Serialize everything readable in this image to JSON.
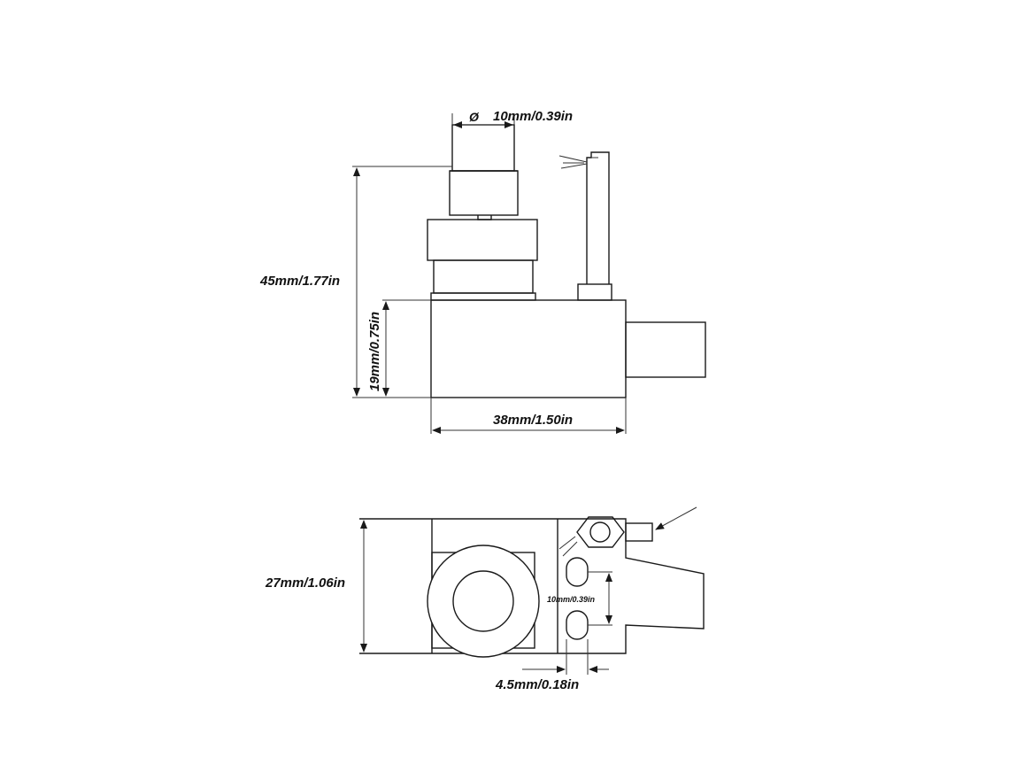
{
  "dimensions": {
    "stem_diameter_symbol": "Ø",
    "stem_diameter": "10mm/0.39in",
    "total_height": "45mm/1.77in",
    "body_height": "19mm/0.75in",
    "body_width": "38mm/1.50in",
    "depth": "27mm/1.06in",
    "slot_spacing": "10mm/0.39in",
    "slot_width": "4.5mm/0.18in"
  },
  "colors": {
    "line": "#1a1a1a",
    "text": "#111111",
    "background": "#ffffff"
  }
}
